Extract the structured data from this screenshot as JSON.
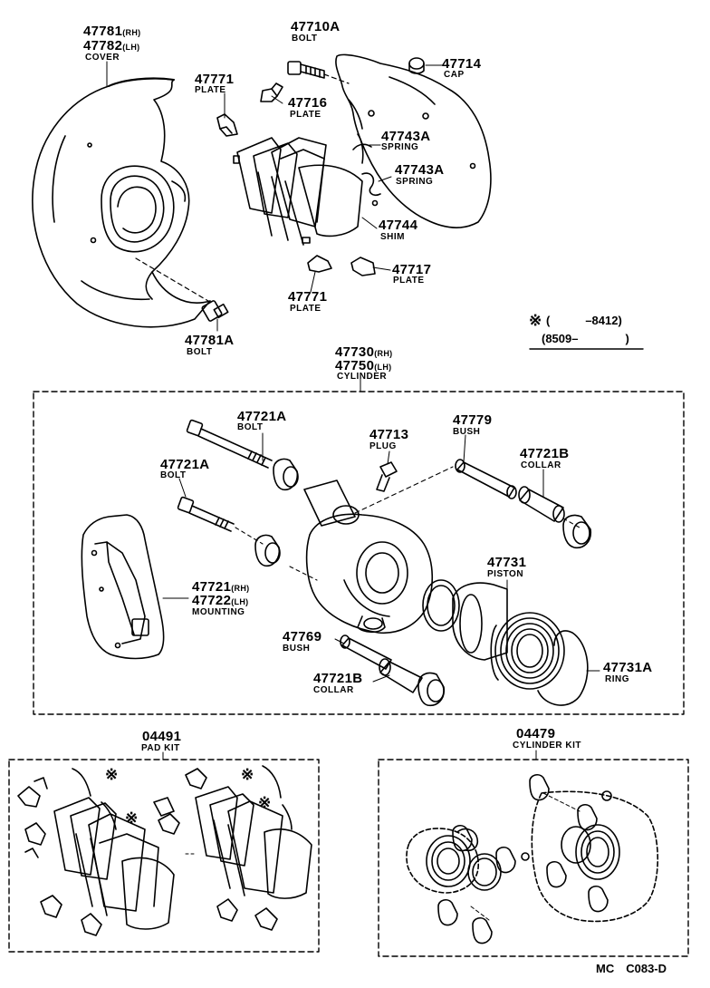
{
  "labels": {
    "cover_rh_num": "47781",
    "cover_rh_tag": "(RH)",
    "cover_lh_num": "47782",
    "cover_lh_tag": "(LH)",
    "cover_name": "COVER",
    "bolt_a_num": "47710A",
    "bolt_a_name": "BOLT",
    "cap_num": "47714",
    "cap_name": "CAP",
    "plate_top_num": "47771",
    "plate_top_name": "PLATE",
    "plate_716_num": "47716",
    "plate_716_name": "PLATE",
    "spring_1_num": "47743A",
    "spring_1_name": "SPRING",
    "spring_2_num": "47743A",
    "spring_2_name": "SPRING",
    "shim_num": "47744",
    "shim_name": "SHIM",
    "plate_717_num": "47717",
    "plate_717_name": "PLATE",
    "plate_bottom_num": "47771",
    "plate_bottom_name": "PLATE",
    "bolt_781a_num": "47781A",
    "bolt_781a_name": "BOLT",
    "date_mark": "※",
    "date_range_1": "(　　　–8412)",
    "date_range_2": "(8509–　　　　)",
    "cyl_rh_num": "47730",
    "cyl_rh_tag": "(RH)",
    "cyl_lh_num": "47750",
    "cyl_lh_tag": "(LH)",
    "cyl_name": "CYLINDER",
    "bolt_721a_top_num": "47721A",
    "bolt_721a_top_name": "BOLT",
    "plug_num": "47713",
    "plug_name": "PLUG",
    "bush_779_num": "47779",
    "bush_779_name": "BUSH",
    "bolt_721a_left_num": "47721A",
    "bolt_721a_left_name": "BOLT",
    "collar_top_num": "47721B",
    "collar_top_name": "COLLAR",
    "mount_rh_num": "47721",
    "mount_rh_tag": "(RH)",
    "mount_lh_num": "47722",
    "mount_lh_tag": "(LH)",
    "mount_name": "MOUNTING",
    "piston_num": "47731",
    "piston_name": "PISTON",
    "bush_769_num": "47769",
    "bush_769_name": "BUSH",
    "collar_bottom_num": "47721B",
    "collar_bottom_name": "COLLAR",
    "ring_num": "47731A",
    "ring_name": "RING",
    "padkit_num": "04491",
    "padkit_name": "PAD KIT",
    "cylkit_num": "04479",
    "cylkit_name": "CYLINDER KIT",
    "footer_code": "MC　C083-D"
  }
}
